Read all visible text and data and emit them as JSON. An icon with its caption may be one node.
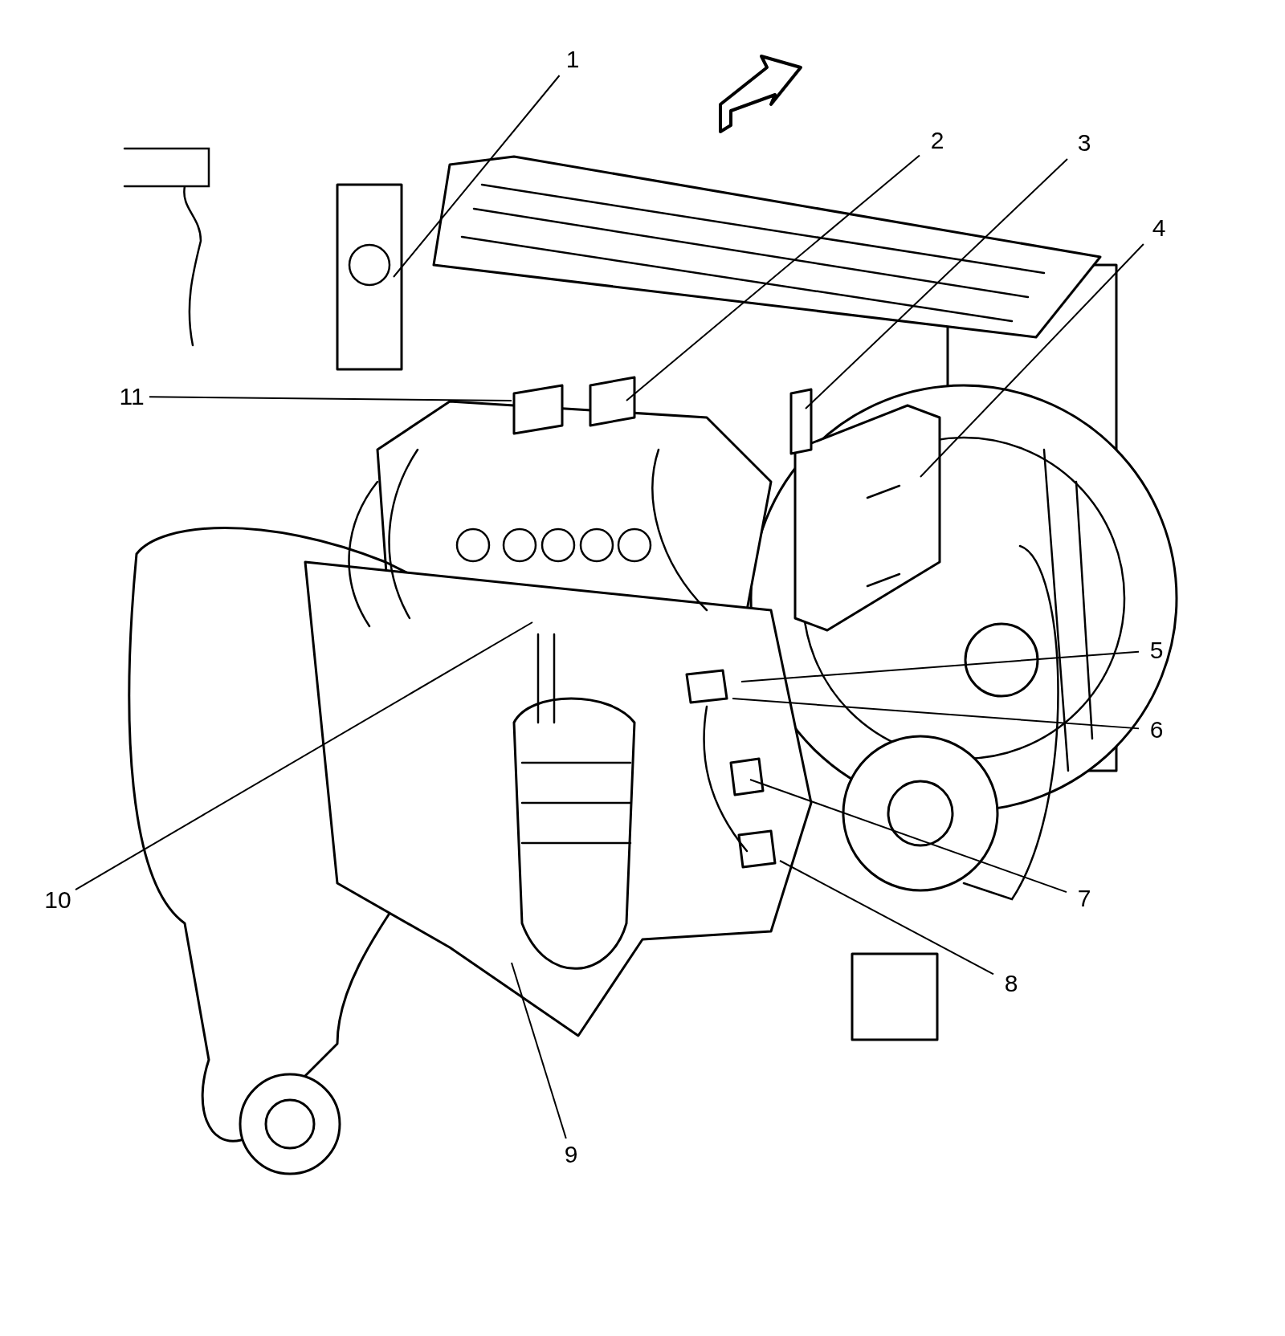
{
  "diagram": {
    "nodes": [
      {
        "text": [
          "1"
        ]
      },
      {
        "text": [
          "2"
        ]
      },
      {
        "text": [
          "3"
        ]
      },
      {
        "text": [
          "4"
        ]
      },
      {
        "text": [
          "5"
        ]
      },
      {
        "text": [
          "6"
        ]
      },
      {
        "text": [
          "7"
        ]
      },
      {
        "text": [
          "8"
        ]
      },
      {
        "text": [
          "9"
        ]
      },
      {
        "text": [
          "10"
        ]
      },
      {
        "text": [
          "11"
        ]
      }
    ],
    "edges": [
      {
        "from": 0,
        "to": null,
        "arrow": "none"
      },
      {
        "from": 1,
        "to": null,
        "arrow": "none"
      },
      {
        "from": 2,
        "to": null,
        "arrow": "none"
      },
      {
        "from": 3,
        "to": null,
        "arrow": "none"
      },
      {
        "from": 4,
        "to": null,
        "arrow": "none"
      },
      {
        "from": 5,
        "to": null,
        "arrow": "none"
      },
      {
        "from": 6,
        "to": null,
        "arrow": "none"
      },
      {
        "from": 7,
        "to": null,
        "arrow": "none"
      },
      {
        "from": 8,
        "to": null,
        "arrow": "none"
      },
      {
        "from": 9,
        "to": null,
        "arrow": "none"
      },
      {
        "from": 10,
        "to": null,
        "arrow": "none"
      }
    ]
  }
}
